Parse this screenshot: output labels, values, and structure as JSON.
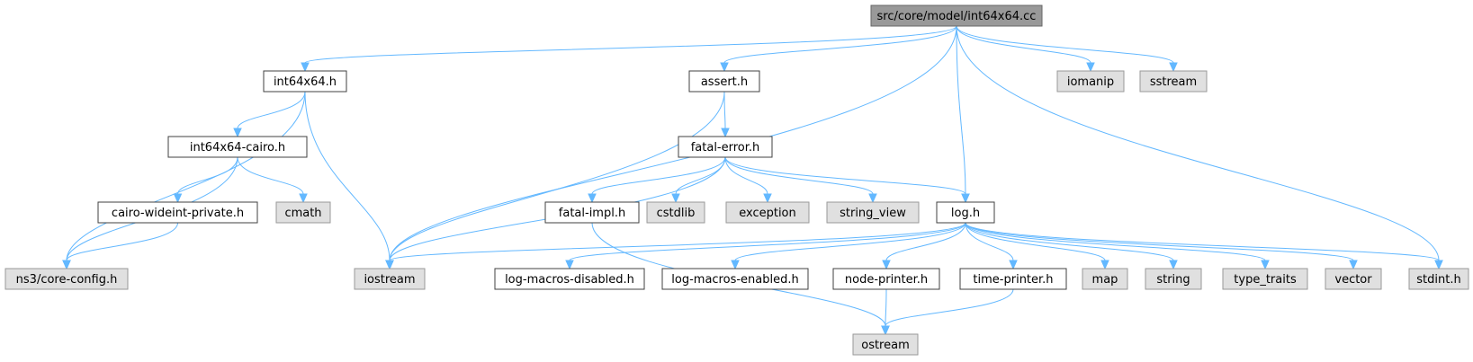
{
  "nodes": [
    {
      "id": "root",
      "label": "src/core/model/int64x64.cc",
      "kind": "root"
    },
    {
      "id": "int64x64_h",
      "label": "int64x64.h",
      "kind": "local"
    },
    {
      "id": "assert_h",
      "label": "assert.h",
      "kind": "local"
    },
    {
      "id": "iomanip",
      "label": "iomanip",
      "kind": "system"
    },
    {
      "id": "sstream",
      "label": "sstream",
      "kind": "system"
    },
    {
      "id": "int64x64_cairo_h",
      "label": "int64x64-cairo.h",
      "kind": "local"
    },
    {
      "id": "fatal_error_h",
      "label": "fatal-error.h",
      "kind": "local"
    },
    {
      "id": "cairo_wideint",
      "label": "cairo-wideint-private.h",
      "kind": "local"
    },
    {
      "id": "cmath",
      "label": "cmath",
      "kind": "system"
    },
    {
      "id": "fatal_impl_h",
      "label": "fatal-impl.h",
      "kind": "local"
    },
    {
      "id": "cstdlib",
      "label": "cstdlib",
      "kind": "system"
    },
    {
      "id": "exception",
      "label": "exception",
      "kind": "system"
    },
    {
      "id": "string_view",
      "label": "string_view",
      "kind": "system"
    },
    {
      "id": "log_h",
      "label": "log.h",
      "kind": "local"
    },
    {
      "id": "core_config",
      "label": "ns3/core-config.h",
      "kind": "system"
    },
    {
      "id": "iostream",
      "label": "iostream",
      "kind": "system"
    },
    {
      "id": "log_macros_disabled",
      "label": "log-macros-disabled.h",
      "kind": "local"
    },
    {
      "id": "log_macros_enabled",
      "label": "log-macros-enabled.h",
      "kind": "local"
    },
    {
      "id": "node_printer",
      "label": "node-printer.h",
      "kind": "local"
    },
    {
      "id": "time_printer",
      "label": "time-printer.h",
      "kind": "local"
    },
    {
      "id": "map",
      "label": "map",
      "kind": "system"
    },
    {
      "id": "string",
      "label": "string",
      "kind": "system"
    },
    {
      "id": "type_traits",
      "label": "type_traits",
      "kind": "system"
    },
    {
      "id": "vector",
      "label": "vector",
      "kind": "system"
    },
    {
      "id": "stdint_h",
      "label": "stdint.h",
      "kind": "system"
    },
    {
      "id": "ostream",
      "label": "ostream",
      "kind": "system"
    }
  ],
  "edges": [
    [
      "root",
      "int64x64_h"
    ],
    [
      "root",
      "iostream"
    ],
    [
      "root",
      "assert_h"
    ],
    [
      "root",
      "log_h"
    ],
    [
      "root",
      "iomanip"
    ],
    [
      "root",
      "sstream"
    ],
    [
      "root",
      "stdint_h"
    ],
    [
      "int64x64_h",
      "core_config"
    ],
    [
      "int64x64_h",
      "int64x64_cairo_h"
    ],
    [
      "int64x64_h",
      "iostream"
    ],
    [
      "int64x64_cairo_h",
      "core_config"
    ],
    [
      "int64x64_cairo_h",
      "cairo_wideint"
    ],
    [
      "int64x64_cairo_h",
      "cmath"
    ],
    [
      "cairo_wideint",
      "core_config"
    ],
    [
      "assert_h",
      "iostream"
    ],
    [
      "assert_h",
      "fatal_error_h"
    ],
    [
      "fatal_error_h",
      "iostream"
    ],
    [
      "fatal_error_h",
      "fatal_impl_h"
    ],
    [
      "fatal_error_h",
      "cstdlib"
    ],
    [
      "fatal_error_h",
      "exception"
    ],
    [
      "fatal_error_h",
      "string_view"
    ],
    [
      "fatal_error_h",
      "log_h"
    ],
    [
      "fatal_impl_h",
      "ostream"
    ],
    [
      "log_h",
      "iostream"
    ],
    [
      "log_h",
      "log_macros_disabled"
    ],
    [
      "log_h",
      "log_macros_enabled"
    ],
    [
      "log_h",
      "node_printer"
    ],
    [
      "log_h",
      "time_printer"
    ],
    [
      "log_h",
      "map"
    ],
    [
      "log_h",
      "string"
    ],
    [
      "log_h",
      "type_traits"
    ],
    [
      "log_h",
      "vector"
    ],
    [
      "log_h",
      "stdint_h"
    ],
    [
      "node_printer",
      "ostream"
    ],
    [
      "time_printer",
      "ostream"
    ]
  ]
}
